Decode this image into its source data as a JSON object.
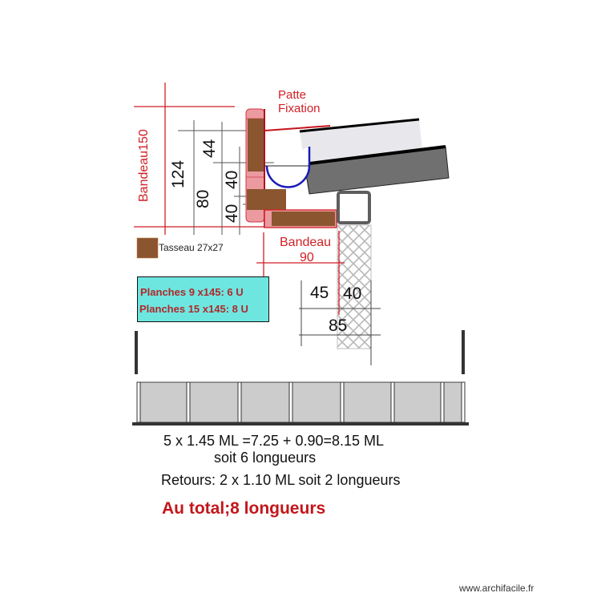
{
  "diagram": {
    "labels": {
      "patte_fixation_line1": "Patte",
      "patte_fixation_line2": "Fixation",
      "bandeau150": "Bandeau150",
      "bandeau90_line1": "Bandeau",
      "bandeau90_line2": "90"
    },
    "dimensions": {
      "d124": "124",
      "d80": "80",
      "d44": "44",
      "d40_upper": "40",
      "d40_lower": "40",
      "d45": "45",
      "d40_post": "40",
      "d85": "85"
    },
    "legend": {
      "tasseau_label": "Tasseau 27x27",
      "tasseau_color": "#8b5530"
    },
    "note_box": {
      "line1": "Planches 9 x145: 6 U",
      "line2": "Planches 15 x145: 8 U",
      "background": "#6ee6e0",
      "text_color": "#b0282a"
    },
    "elevation": {
      "panel_count": 7,
      "panel_color": "#cccccc"
    },
    "calculations": {
      "line1": "5 x 1.45 ML =7.25 + 0.90=8.15 ML",
      "line2": "soit 6 longueurs",
      "line3": "Retours: 2 x 1.10 ML soit 2 longueurs",
      "total": "Au total;8 longueurs"
    },
    "colors": {
      "dimension_red": "#d11f24",
      "board_pink": "#eb9aa0",
      "tasseau_brown": "#8b5530",
      "roof_dark": "#707070",
      "roof_light": "#e8e8ec",
      "gutter_blue": "#1a1ab8"
    },
    "watermark": "www.archifacile.fr"
  }
}
